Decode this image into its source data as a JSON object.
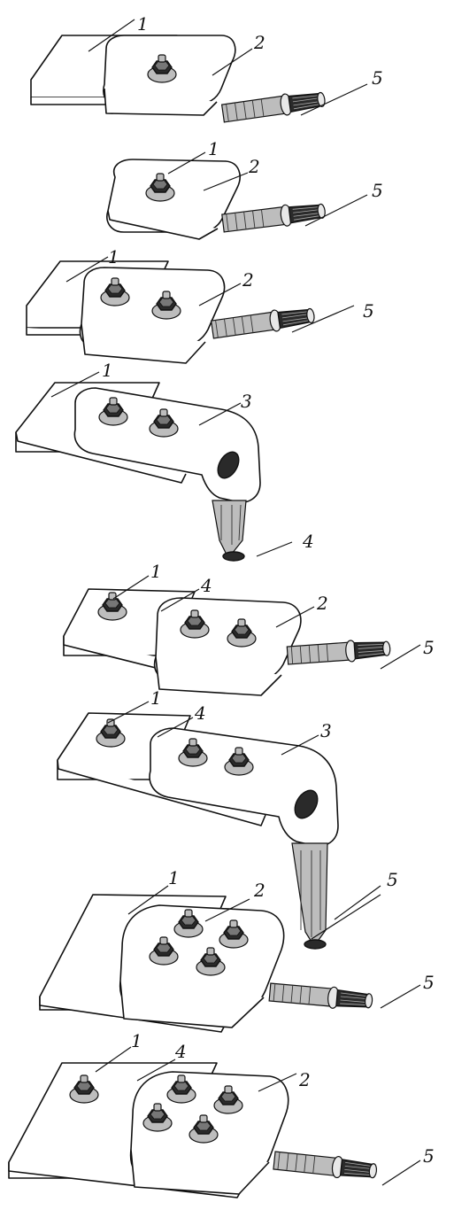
{
  "figure": {
    "labels": {
      "bus_bar": "1",
      "flat_lug": "2",
      "angle_lug": "3",
      "aluminum_copper_plate": "4",
      "cable": "5"
    }
  }
}
